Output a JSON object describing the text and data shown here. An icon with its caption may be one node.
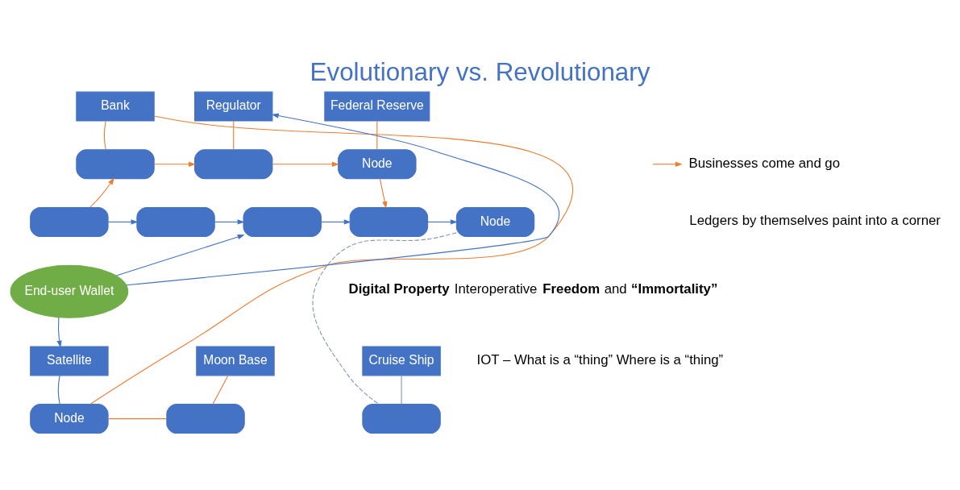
{
  "diagram": {
    "title": "Evolutionary vs. Revolutionary",
    "nodes": [
      {
        "text": [
          "Bank"
        ]
      },
      {
        "text": [
          "Regulator"
        ]
      },
      {
        "text": [
          "Federal Reserve"
        ]
      },
      {
        "text": [],
        "shape": "box"
      },
      {
        "text": [],
        "shape": "box"
      },
      {
        "text": [
          "Node"
        ]
      },
      {
        "text": [],
        "shape": "box"
      },
      {
        "text": [],
        "shape": "box"
      },
      {
        "text": [],
        "shape": "box"
      },
      {
        "text": [],
        "shape": "box"
      },
      {
        "text": [
          "Node"
        ]
      },
      {
        "text": [
          "End-user Wallet"
        ]
      },
      {
        "text": [
          "Satellite"
        ]
      },
      {
        "text": [
          "Moon Base"
        ]
      },
      {
        "text": [
          "Cruise Ship"
        ]
      },
      {
        "text": [
          "Node"
        ]
      },
      {
        "text": [],
        "shape": "box"
      },
      {
        "text": [],
        "shape": "box"
      },
      {
        "text": [
          "Businesses come and go"
        ]
      }
    ],
    "edges": [
      {
        "from": 0,
        "to": 3,
        "arrow": "none"
      },
      {
        "from": 1,
        "to": 4,
        "arrow": "none"
      },
      {
        "from": 2,
        "to": 5,
        "arrow": "none"
      },
      {
        "from": 3,
        "to": 4,
        "arrow": "to"
      },
      {
        "from": 4,
        "to": 5,
        "arrow": "to"
      },
      {
        "from": 6,
        "to": 3,
        "arrow": "to"
      },
      {
        "from": 5,
        "to": 9,
        "arrow": "to"
      },
      {
        "from": 6,
        "to": 7,
        "arrow": "to",
        "color": "#4472c4"
      },
      {
        "from": 7,
        "to": 8,
        "arrow": "to",
        "color": "#4472c4"
      },
      {
        "from": 8,
        "to": 9,
        "arrow": "to",
        "color": "#4472c4"
      },
      {
        "from": 9,
        "to": 10,
        "arrow": "to",
        "color": "#4472c4"
      },
      {
        "from": 11,
        "to": 1,
        "arrow": "to",
        "color": "#4472c4"
      },
      {
        "from": 11,
        "to": 8,
        "arrow": "to",
        "color": "#4472c4"
      },
      {
        "from": 11,
        "to": 12,
        "arrow": "to",
        "color": "#4472c4"
      },
      {
        "from": 12,
        "to": 15,
        "arrow": "none",
        "color": "#4472c4"
      },
      {
        "from": 13,
        "to": 16,
        "arrow": "none"
      },
      {
        "from": 14,
        "to": 17,
        "arrow": "none",
        "color": "#8497b0"
      },
      {
        "from": 10,
        "to": 17,
        "arrow": "none",
        "style": "dashed",
        "color": "#8497b0"
      },
      {
        "from": 0,
        "to": 15,
        "arrow": "none"
      },
      {
        "from": 15,
        "to": 16,
        "arrow": "none"
      },
      {
        "from": null,
        "to": 18,
        "arrow": "to"
      }
    ],
    "labels": [
      "Ledgers by themselves paint into a corner",
      "**Digital Property** Interoperative **Freedom** and **“Immortality”**",
      "IOT – What is a “thing” Where is a “thing”"
    ]
  }
}
